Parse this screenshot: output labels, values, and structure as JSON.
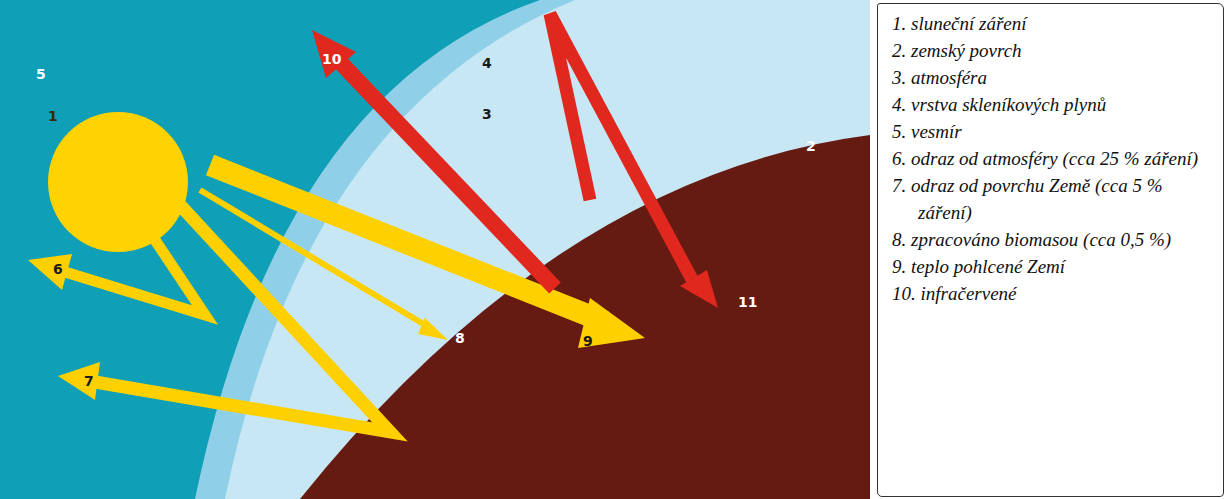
{
  "diagram": {
    "nodes": [
      {
        "text": [
          "1"
        ]
      },
      {
        "text": [
          "1. sluneční záření",
          "2. zemský povrch",
          "3. atmosféra",
          "4. vrstva skleníkových plynů",
          "5. vesmír",
          "6. odraz od atmosféry (cca 25 % záření)",
          "7. odraz od povrchu Země (cca 5 % záření)",
          "8. zpracováno biomasou (cca 0,5 %)",
          "9. teplo pohlcené Zemí",
          "10. infračervené"
        ]
      }
    ],
    "labels": [
      "5",
      "4",
      "3",
      "2",
      "10",
      "6",
      "7",
      "8",
      "9",
      "11"
    ]
  }
}
